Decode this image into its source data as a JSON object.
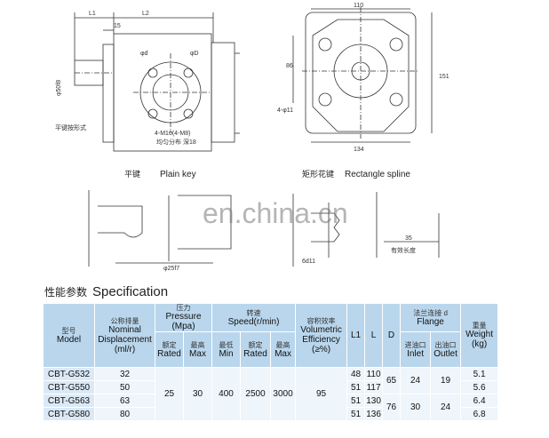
{
  "drawing": {
    "dims": {
      "L1": "L1",
      "L2": "L2",
      "fifteen": "15",
      "phi_d": "φd",
      "phi_D": "φD",
      "bolt": "4-M10(4-M8)",
      "bolt_note": "均匀分布 深18",
      "shaft_dia": "φ50f8",
      "key_note": "平键按形式",
      "width110": "110",
      "height151": "151",
      "dim86": "86",
      "hole": "4-φ11",
      "dim134": "134",
      "dim25f7": "φ25f7",
      "dim6d11": "6d11",
      "dim35": "35",
      "len_note": "有效长度"
    },
    "captions": {
      "plain_key_cn": "平键",
      "plain_key_en": "Plain key",
      "rect_spline_cn": "矩形花键",
      "rect_spline_en": "Rectangle spline"
    },
    "watermark": "en.china.cn"
  },
  "spec": {
    "title_cn": "性能参数",
    "title_en": "Specification",
    "headers": {
      "model_cn": "型号",
      "model_en": "Model",
      "disp_cn": "公称排量",
      "disp_en1": "Nominal",
      "disp_en2": "Displacement",
      "disp_en3": "(ml/r)",
      "pressure_cn": "压力",
      "pressure_en1": "Pressure",
      "pressure_en2": "(Mpa)",
      "rated_cn": "额定",
      "rated_en": "Rated",
      "max_cn": "最高",
      "max_en": "Max",
      "speed_cn": "转速",
      "speed_en": "Speed(r/min)",
      "min_cn": "最低",
      "min_en": "Min",
      "srated_cn": "额定",
      "srated_en": "Rated",
      "smax_cn": "最高",
      "smax_en": "Max",
      "eff_cn": "容积效率",
      "eff_en1": "Volumetric",
      "eff_en2": "Efficiency",
      "eff_en3": "(≥%)",
      "l1": "L1",
      "l": "L",
      "d": "D",
      "flange_cn": "法兰连接 d",
      "flange_en": "Flange",
      "inlet_cn": "进油口",
      "inlet_en": "Inlet",
      "outlet_cn": "出油口",
      "outlet_en": "Outlet",
      "weight_cn": "重量",
      "weight_en1": "Weight",
      "weight_en2": "(kg)"
    },
    "rows": [
      {
        "model": "CBT-G532",
        "disp": "32",
        "l1": "48",
        "l": "110",
        "weight": "5.1"
      },
      {
        "model": "CBT-G550",
        "disp": "50",
        "l1": "51",
        "l": "117",
        "weight": "5.6"
      },
      {
        "model": "CBT-G563",
        "disp": "63",
        "l1": "51",
        "l": "130",
        "weight": "6.4"
      },
      {
        "model": "CBT-G580",
        "disp": "80",
        "l1": "51",
        "l": "136",
        "weight": "6.8"
      }
    ],
    "merged": {
      "p_rated": "25",
      "p_max": "30",
      "s_min": "400",
      "s_rated": "2500",
      "s_max": "3000",
      "eff": "95",
      "d_a": "65",
      "inlet_a": "24",
      "outlet_a": "19",
      "d_b": "76",
      "inlet_b": "30",
      "outlet_b": "24"
    }
  }
}
